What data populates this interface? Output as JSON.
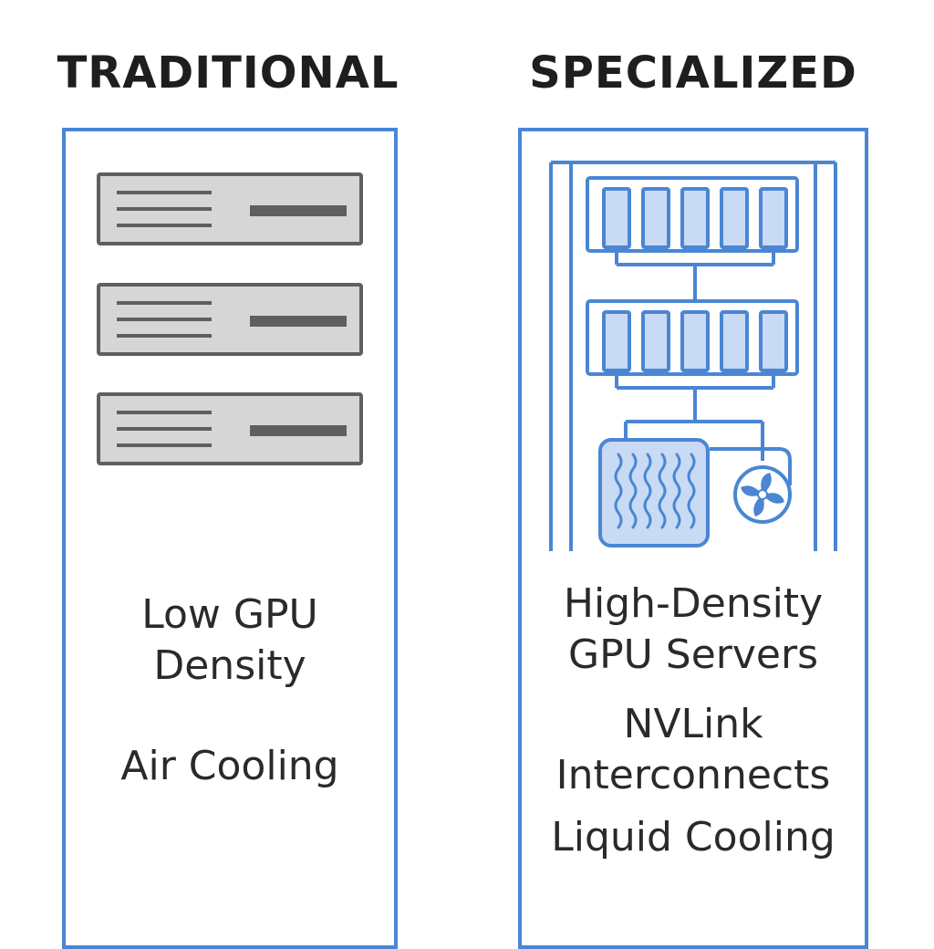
{
  "traditional": {
    "heading": "TRADITIONAL",
    "labels": [
      "Low GPU Density",
      "Air Cooling"
    ]
  },
  "specialized": {
    "heading": "SPECIALIZED",
    "labels": [
      "High-Density GPU Servers",
      "NVLink Interconnects",
      "Liquid Cooling"
    ]
  },
  "colors": {
    "accent_blue": "#4a86d4",
    "module_fill": "#c9daf5",
    "server_fill": "#d6d6d6",
    "server_stroke": "#5f5f5f"
  },
  "icons": [
    "server-unit-icon",
    "gpu-rack-icon",
    "liquid-cooling-radiator-icon",
    "fan-icon"
  ]
}
